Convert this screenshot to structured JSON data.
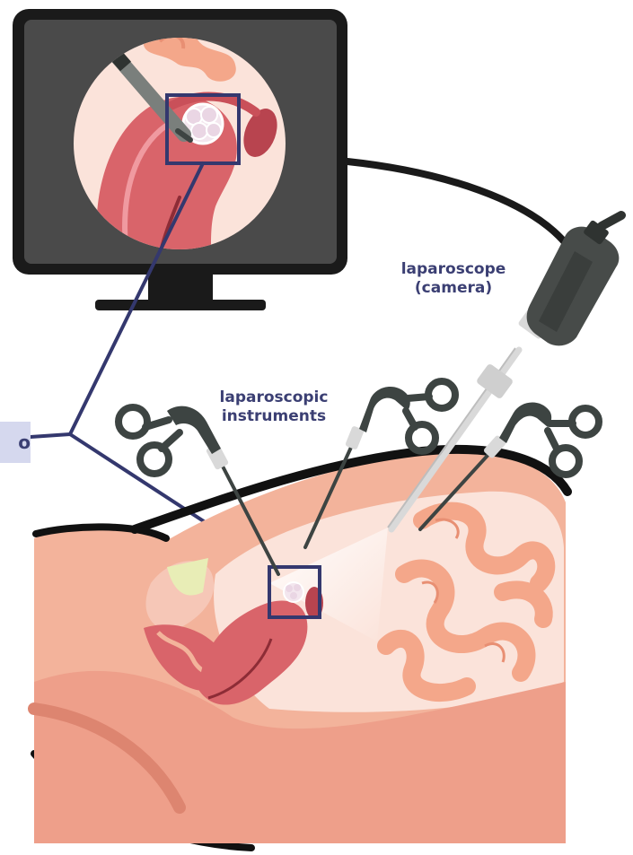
{
  "labels": {
    "laparoscope_line1": "laparoscope",
    "laparoscope_line2": "(camera)",
    "instruments_line1": "laparoscopic",
    "instruments_line2": "instruments",
    "side_tab_text": "o"
  },
  "colors": {
    "skin": "#f3b39b",
    "skin_light": "#f8d2c2",
    "cavity": "#fbe3da",
    "uterus": "#d9646a",
    "uterus_dark": "#b8444f",
    "intestine": "#f4a78a",
    "monitor_frame": "#1a1a1a",
    "monitor_screen": "#4a4a4a",
    "instrument": "#3d4442",
    "connector_line": "#34386e",
    "label_text": "#3b3f73",
    "side_tab": "#d5d8ee"
  }
}
